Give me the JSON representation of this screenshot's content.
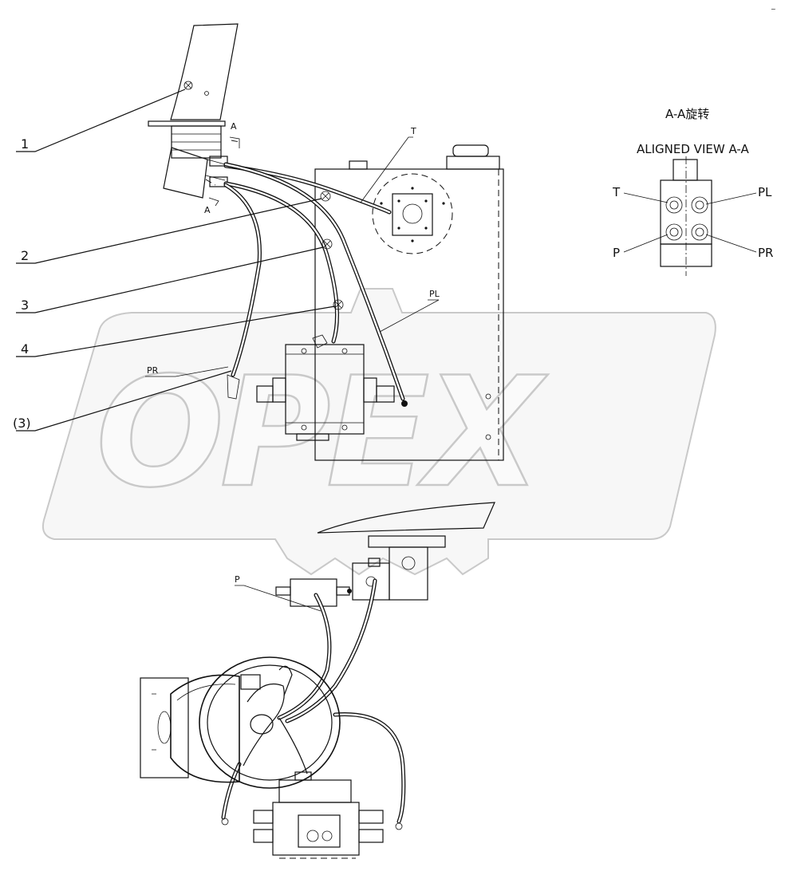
{
  "callouts": {
    "c1": "1",
    "c2": "2",
    "c3": "3",
    "c4": "4",
    "c3b": "(3)"
  },
  "hose_labels": {
    "t": "T",
    "pl": "PL",
    "pr": "PR",
    "p": "P"
  },
  "section_marks": {
    "upper": "A",
    "lower": "A"
  },
  "aligned_view": {
    "title_cn": "A-A旋转",
    "title_en": "ALIGNED VIEW A-A",
    "port_t": "T",
    "port_pl": "PL",
    "port_p": "P",
    "port_pr": "PR"
  },
  "watermark": {
    "text": "OPEX",
    "color": "#c9c9c9"
  },
  "icons": [
    "steering-column",
    "hydraulic-tank",
    "steering-valve",
    "priority-valve",
    "steering-wheel",
    "control-valve"
  ]
}
